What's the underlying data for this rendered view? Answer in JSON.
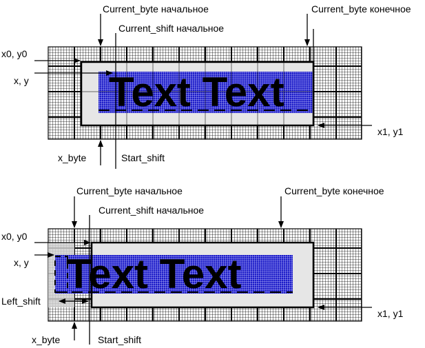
{
  "labels": {
    "current_byte_start": "Current_byte начальное",
    "current_byte_end": "Current_byte конечное",
    "current_shift_start": "Current_shift начальное",
    "x0y0": "x0, y0",
    "xy": "x, y",
    "x1y1": "x1, y1",
    "x_byte": "x_byte",
    "start_shift": "Start_shift",
    "left_shift": "Left_shift"
  },
  "sample_text": "Text Text",
  "colors": {
    "grid": "#000000",
    "text_area": "#1c1cc8",
    "window_fill": "#e6e6e6",
    "byte_col": "#d0d0d0"
  }
}
